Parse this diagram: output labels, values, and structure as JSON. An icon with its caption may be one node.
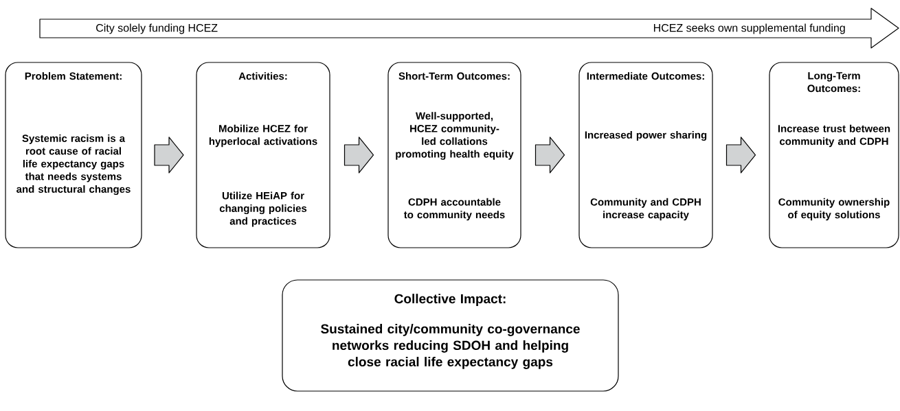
{
  "diagram": {
    "nodes": [
      {
        "text": [
          "Problem Statement:",
          "Systemic racism is a root cause of racial life expectancy gaps that needs systems and structural changes"
        ]
      },
      {
        "text": [
          "Activities:",
          "Mobilize HCEZ for hyperlocal activations",
          "Utilize HEiAP for changing policies and practices"
        ]
      },
      {
        "text": [
          "Short-Term Outcomes:",
          "Well-supported, HCEZ community-led collations promoting health equity",
          "CDPH accountable to community needs"
        ]
      },
      {
        "text": [
          "Intermediate Outcomes:",
          "Increased power sharing",
          "Community and CDPH increase capacity"
        ]
      },
      {
        "text": [
          "Long-Term Outcomes:",
          "Increase trust between community and CDPH",
          "Community ownership of equity solutions"
        ]
      },
      {
        "text": [
          "Collective Impact:",
          "Sustained city/community co-governance networks reducing SDOH and helping close racial life expectancy gaps"
        ]
      }
    ],
    "edges": [
      {
        "from": 0,
        "to": 1,
        "arrow": "to"
      },
      {
        "from": 1,
        "to": 2,
        "arrow": "to"
      },
      {
        "from": 2,
        "to": 3,
        "arrow": "to"
      },
      {
        "from": 3,
        "to": 4,
        "arrow": "to"
      }
    ],
    "labels": [
      "City solely funding HCEZ",
      "HCEZ seeks own supplemental funding"
    ]
  }
}
